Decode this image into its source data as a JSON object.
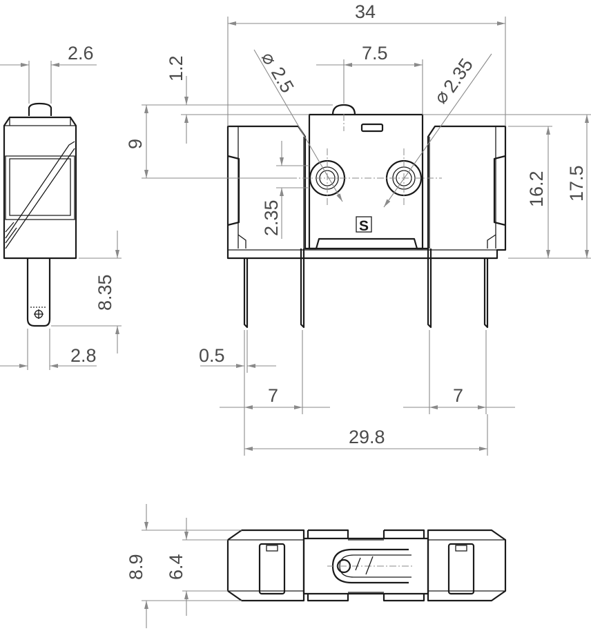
{
  "dimensions": {
    "side_width": "2.6",
    "side_pin_length": "8.35",
    "side_pin_width": "2.8",
    "overall_width": "34",
    "hole_offset": "1.2",
    "hole_pitch": "7.5",
    "hole_diameter_left": "2.5",
    "hole_diameter_right": "2.35",
    "hole_height": "9",
    "hole_below_body": "2.35",
    "body_height": "16.2",
    "overall_height": "17.5",
    "pin_thickness": "0.5",
    "pin_spacing_left": "7",
    "pin_spacing_right": "7",
    "pin_span": "29.8",
    "bottom_depth": "8.9",
    "bottom_inner_depth": "6.4"
  },
  "symbols": {
    "diameter": "⌀",
    "logo": "S"
  },
  "colors": {
    "outline": "#1a1a1a",
    "dimension": "#8a8a8a",
    "text": "#4a4a4a"
  }
}
